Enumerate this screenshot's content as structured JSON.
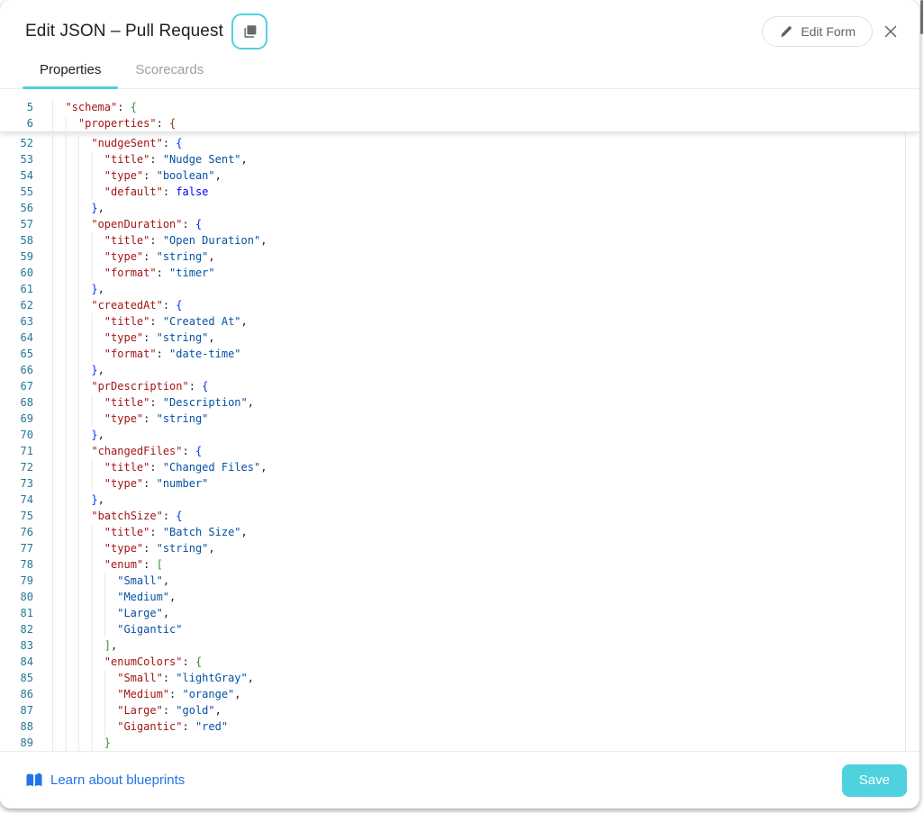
{
  "ui_colors": {
    "accent": "#4DD2DE",
    "link_blue": "#2173E8"
  },
  "header": {
    "title": "Edit JSON – Pull Request",
    "copy_icon": "copy-icon",
    "edit_form_label": "Edit Form",
    "edit_icon": "edit-pencil-icon",
    "close_icon": "close-icon"
  },
  "tabs": [
    {
      "label": "Properties",
      "active": true
    },
    {
      "label": "Scorecards",
      "active": false
    }
  ],
  "editor": {
    "syntax_colors": {
      "key": "#A31515",
      "string": "#0451A5",
      "keyword": "#0000FF",
      "punctuation": "#1b1b1b",
      "bracket1": "#0431FA",
      "bracket2": "#319331",
      "bracket3": "#7B3814",
      "line_number": "#237893"
    },
    "sticky_lines": [
      {
        "n": 5,
        "i": 2,
        "t": [
          [
            "k",
            "\"schema\""
          ],
          [
            "p",
            ": "
          ],
          [
            "g2",
            "{"
          ]
        ]
      },
      {
        "n": 6,
        "i": 4,
        "t": [
          [
            "k",
            "\"properties\""
          ],
          [
            "p",
            ": "
          ],
          [
            "g3",
            "{"
          ]
        ]
      }
    ],
    "lines": [
      {
        "n": 52,
        "i": 6,
        "t": [
          [
            "k",
            "\"nudgeSent\""
          ],
          [
            "p",
            ": "
          ],
          [
            "g1",
            "{"
          ]
        ]
      },
      {
        "n": 53,
        "i": 8,
        "t": [
          [
            "k",
            "\"title\""
          ],
          [
            "p",
            ": "
          ],
          [
            "s",
            "\"Nudge Sent\""
          ],
          [
            "p",
            ","
          ]
        ]
      },
      {
        "n": 54,
        "i": 8,
        "t": [
          [
            "k",
            "\"type\""
          ],
          [
            "p",
            ": "
          ],
          [
            "s",
            "\"boolean\""
          ],
          [
            "p",
            ","
          ]
        ]
      },
      {
        "n": 55,
        "i": 8,
        "t": [
          [
            "k",
            "\"default\""
          ],
          [
            "p",
            ": "
          ],
          [
            "w",
            "false"
          ]
        ]
      },
      {
        "n": 56,
        "i": 6,
        "t": [
          [
            "g1",
            "}"
          ],
          [
            "p",
            ","
          ]
        ]
      },
      {
        "n": 57,
        "i": 6,
        "t": [
          [
            "k",
            "\"openDuration\""
          ],
          [
            "p",
            ": "
          ],
          [
            "g1",
            "{"
          ]
        ]
      },
      {
        "n": 58,
        "i": 8,
        "t": [
          [
            "k",
            "\"title\""
          ],
          [
            "p",
            ": "
          ],
          [
            "s",
            "\"Open Duration\""
          ],
          [
            "p",
            ","
          ]
        ]
      },
      {
        "n": 59,
        "i": 8,
        "t": [
          [
            "k",
            "\"type\""
          ],
          [
            "p",
            ": "
          ],
          [
            "s",
            "\"string\""
          ],
          [
            "p",
            ","
          ]
        ]
      },
      {
        "n": 60,
        "i": 8,
        "t": [
          [
            "k",
            "\"format\""
          ],
          [
            "p",
            ": "
          ],
          [
            "s",
            "\"timer\""
          ]
        ]
      },
      {
        "n": 61,
        "i": 6,
        "t": [
          [
            "g1",
            "}"
          ],
          [
            "p",
            ","
          ]
        ]
      },
      {
        "n": 62,
        "i": 6,
        "t": [
          [
            "k",
            "\"createdAt\""
          ],
          [
            "p",
            ": "
          ],
          [
            "g1",
            "{"
          ]
        ]
      },
      {
        "n": 63,
        "i": 8,
        "t": [
          [
            "k",
            "\"title\""
          ],
          [
            "p",
            ": "
          ],
          [
            "s",
            "\"Created At\""
          ],
          [
            "p",
            ","
          ]
        ]
      },
      {
        "n": 64,
        "i": 8,
        "t": [
          [
            "k",
            "\"type\""
          ],
          [
            "p",
            ": "
          ],
          [
            "s",
            "\"string\""
          ],
          [
            "p",
            ","
          ]
        ]
      },
      {
        "n": 65,
        "i": 8,
        "t": [
          [
            "k",
            "\"format\""
          ],
          [
            "p",
            ": "
          ],
          [
            "s",
            "\"date-time\""
          ]
        ]
      },
      {
        "n": 66,
        "i": 6,
        "t": [
          [
            "g1",
            "}"
          ],
          [
            "p",
            ","
          ]
        ]
      },
      {
        "n": 67,
        "i": 6,
        "t": [
          [
            "k",
            "\"prDescription\""
          ],
          [
            "p",
            ": "
          ],
          [
            "g1",
            "{"
          ]
        ]
      },
      {
        "n": 68,
        "i": 8,
        "t": [
          [
            "k",
            "\"title\""
          ],
          [
            "p",
            ": "
          ],
          [
            "s",
            "\"Description\""
          ],
          [
            "p",
            ","
          ]
        ]
      },
      {
        "n": 69,
        "i": 8,
        "t": [
          [
            "k",
            "\"type\""
          ],
          [
            "p",
            ": "
          ],
          [
            "s",
            "\"string\""
          ]
        ]
      },
      {
        "n": 70,
        "i": 6,
        "t": [
          [
            "g1",
            "}"
          ],
          [
            "p",
            ","
          ]
        ]
      },
      {
        "n": 71,
        "i": 6,
        "t": [
          [
            "k",
            "\"changedFiles\""
          ],
          [
            "p",
            ": "
          ],
          [
            "g1",
            "{"
          ]
        ]
      },
      {
        "n": 72,
        "i": 8,
        "t": [
          [
            "k",
            "\"title\""
          ],
          [
            "p",
            ": "
          ],
          [
            "s",
            "\"Changed Files\""
          ],
          [
            "p",
            ","
          ]
        ]
      },
      {
        "n": 73,
        "i": 8,
        "t": [
          [
            "k",
            "\"type\""
          ],
          [
            "p",
            ": "
          ],
          [
            "s",
            "\"number\""
          ]
        ]
      },
      {
        "n": 74,
        "i": 6,
        "t": [
          [
            "g1",
            "}"
          ],
          [
            "p",
            ","
          ]
        ]
      },
      {
        "n": 75,
        "i": 6,
        "t": [
          [
            "k",
            "\"batchSize\""
          ],
          [
            "p",
            ": "
          ],
          [
            "g1",
            "{"
          ]
        ]
      },
      {
        "n": 76,
        "i": 8,
        "t": [
          [
            "k",
            "\"title\""
          ],
          [
            "p",
            ": "
          ],
          [
            "s",
            "\"Batch Size\""
          ],
          [
            "p",
            ","
          ]
        ]
      },
      {
        "n": 77,
        "i": 8,
        "t": [
          [
            "k",
            "\"type\""
          ],
          [
            "p",
            ": "
          ],
          [
            "s",
            "\"string\""
          ],
          [
            "p",
            ","
          ]
        ]
      },
      {
        "n": 78,
        "i": 8,
        "t": [
          [
            "k",
            "\"enum\""
          ],
          [
            "p",
            ": "
          ],
          [
            "g2",
            "["
          ]
        ]
      },
      {
        "n": 79,
        "i": 10,
        "t": [
          [
            "s",
            "\"Small\""
          ],
          [
            "p",
            ","
          ]
        ]
      },
      {
        "n": 80,
        "i": 10,
        "t": [
          [
            "s",
            "\"Medium\""
          ],
          [
            "p",
            ","
          ]
        ]
      },
      {
        "n": 81,
        "i": 10,
        "t": [
          [
            "s",
            "\"Large\""
          ],
          [
            "p",
            ","
          ]
        ]
      },
      {
        "n": 82,
        "i": 10,
        "t": [
          [
            "s",
            "\"Gigantic\""
          ]
        ]
      },
      {
        "n": 83,
        "i": 8,
        "t": [
          [
            "g2",
            "]"
          ],
          [
            "p",
            ","
          ]
        ]
      },
      {
        "n": 84,
        "i": 8,
        "t": [
          [
            "k",
            "\"enumColors\""
          ],
          [
            "p",
            ": "
          ],
          [
            "g2",
            "{"
          ]
        ]
      },
      {
        "n": 85,
        "i": 10,
        "t": [
          [
            "k",
            "\"Small\""
          ],
          [
            "p",
            ": "
          ],
          [
            "s",
            "\"lightGray\""
          ],
          [
            "p",
            ","
          ]
        ]
      },
      {
        "n": 86,
        "i": 10,
        "t": [
          [
            "k",
            "\"Medium\""
          ],
          [
            "p",
            ": "
          ],
          [
            "s",
            "\"orange\""
          ],
          [
            "p",
            ","
          ]
        ]
      },
      {
        "n": 87,
        "i": 10,
        "t": [
          [
            "k",
            "\"Large\""
          ],
          [
            "p",
            ": "
          ],
          [
            "s",
            "\"gold\""
          ],
          [
            "p",
            ","
          ]
        ]
      },
      {
        "n": 88,
        "i": 10,
        "t": [
          [
            "k",
            "\"Gigantic\""
          ],
          [
            "p",
            ": "
          ],
          [
            "s",
            "\"red\""
          ]
        ]
      },
      {
        "n": 89,
        "i": 8,
        "t": [
          [
            "g2",
            "}"
          ]
        ]
      }
    ]
  },
  "footer": {
    "book_icon": "book-icon",
    "link_label": "Learn about blueprints",
    "save_label": "Save"
  }
}
